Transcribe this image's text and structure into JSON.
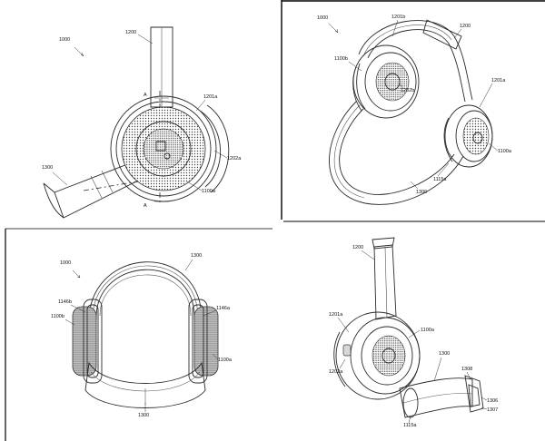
{
  "colors": {
    "line": "#2a2a2a",
    "shade": "#d8d8d8",
    "background": "#ffffff"
  },
  "figures": [
    {
      "name": "side-view",
      "labels": {
        "assembly": "1000",
        "boom": "1200",
        "band_end": "1201a",
        "coupling": "1202a",
        "earcup": "1100a",
        "arm": "1300",
        "section_top": "A",
        "section_bottom": "A"
      }
    },
    {
      "name": "perspective-view",
      "labels": {
        "assembly": "1000",
        "band_end_b": "1201b",
        "boom": "1200",
        "earcup_b": "1100b",
        "coupling_b": "1202b",
        "band_end_a": "1201a",
        "earcup_a": "1100a",
        "hinge": "1115a",
        "arm": "1300"
      }
    },
    {
      "name": "front-view",
      "labels": {
        "assembly": "1000",
        "headband": "1300",
        "hinge_b": "1146b",
        "earcup_b": "1100b",
        "hinge_a": "1146a",
        "earcup_a": "1100a",
        "visor": "1300"
      }
    },
    {
      "name": "rear-perspective-view",
      "labels": {
        "boom": "1200",
        "band_end": "1201a",
        "earcup": "1100a",
        "coupling": "1202a",
        "arm": "1300",
        "arm_end": "1308",
        "hinge": "1115a",
        "tip_a": "1306",
        "tip_b": "1307"
      }
    }
  ]
}
